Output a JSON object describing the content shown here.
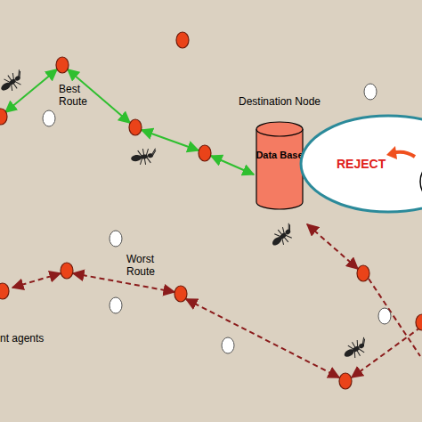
{
  "diagram": {
    "nodes": [
      {
        "text": [
          "Destination Node",
          "Data Base"
        ]
      },
      {
        "text": [
          "REJECT"
        ]
      }
    ],
    "labels": [
      "Best Route",
      "Worst Route",
      "nt agents"
    ]
  }
}
